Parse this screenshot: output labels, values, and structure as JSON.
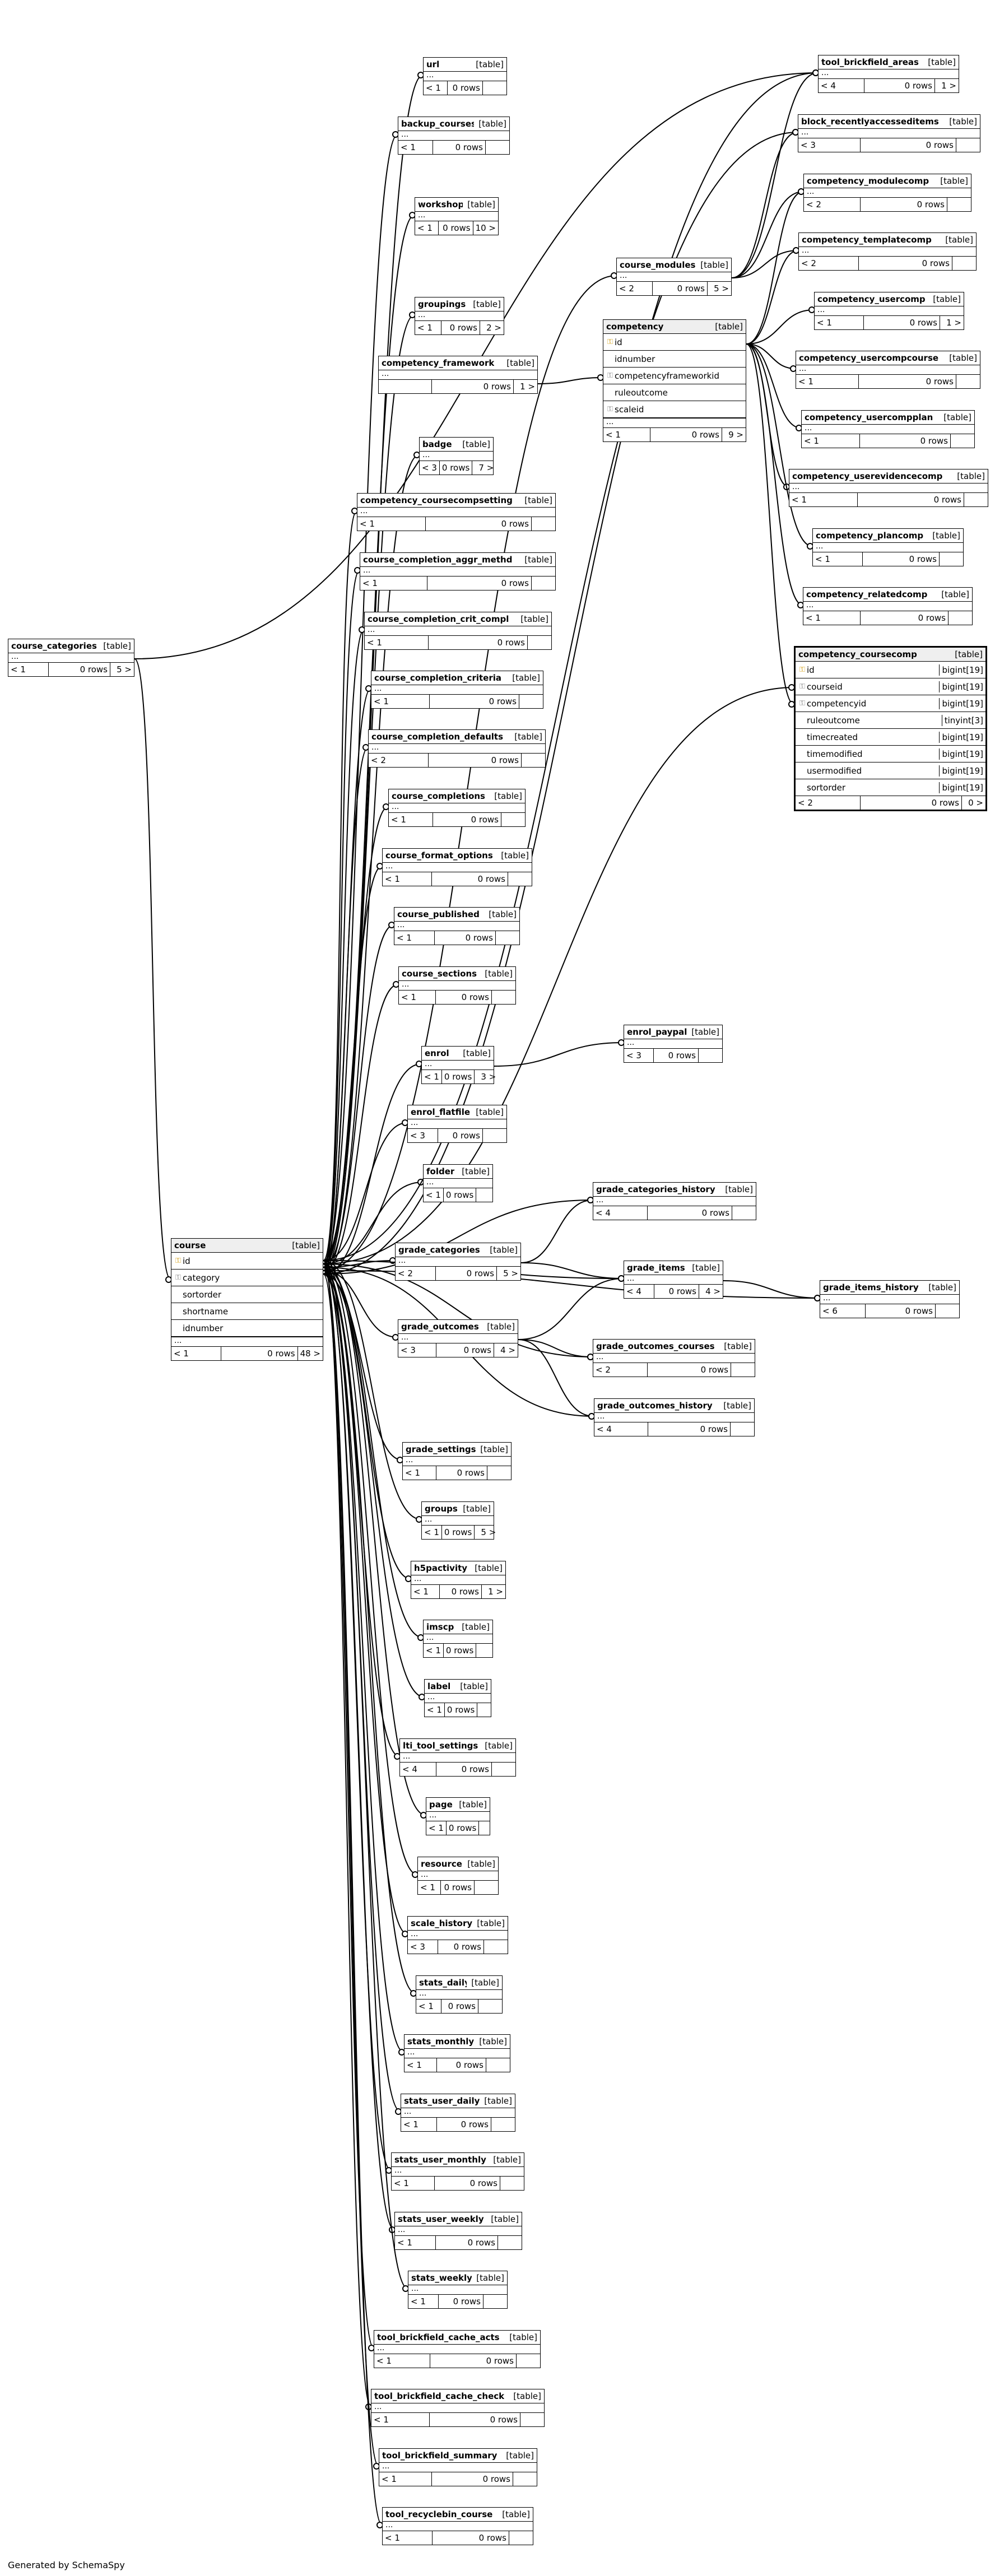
{
  "tables": [
    {
      "name": "url",
      "kind": "[table]",
      "dots": "...",
      "parents": "< 1",
      "rows": "0 rows",
      "children": ""
    },
    {
      "name": "backup_courses",
      "kind": "[table]",
      "dots": "...",
      "parents": "< 1",
      "rows": "0 rows",
      "children": ""
    },
    {
      "name": "workshop",
      "kind": "[table]",
      "dots": "...",
      "parents": "< 1",
      "rows": "0 rows",
      "children": "10 >"
    },
    {
      "name": "groupings",
      "kind": "[table]",
      "dots": "...",
      "parents": "< 1",
      "rows": "0 rows",
      "children": "2 >"
    },
    {
      "name": "competency_framework",
      "kind": "[table]",
      "dots": "...",
      "parents": "",
      "rows": "0 rows",
      "children": "1 >"
    },
    {
      "name": "badge",
      "kind": "[table]",
      "dots": "...",
      "parents": "< 3",
      "rows": "0 rows",
      "children": "7 >"
    },
    {
      "name": "competency_coursecompsetting",
      "kind": "[table]",
      "dots": "...",
      "parents": "< 1",
      "rows": "0 rows",
      "children": ""
    },
    {
      "name": "course_completion_aggr_methd",
      "kind": "[table]",
      "dots": "...",
      "parents": "< 1",
      "rows": "0 rows",
      "children": ""
    },
    {
      "name": "course_completion_crit_compl",
      "kind": "[table]",
      "dots": "...",
      "parents": "< 1",
      "rows": "0 rows",
      "children": ""
    },
    {
      "name": "course_completion_criteria",
      "kind": "[table]",
      "dots": "...",
      "parents": "< 1",
      "rows": "0 rows",
      "children": ""
    },
    {
      "name": "course_completion_defaults",
      "kind": "[table]",
      "dots": "...",
      "parents": "< 2",
      "rows": "0 rows",
      "children": ""
    },
    {
      "name": "course_completions",
      "kind": "[table]",
      "dots": "...",
      "parents": "< 1",
      "rows": "0 rows",
      "children": ""
    },
    {
      "name": "course_format_options",
      "kind": "[table]",
      "dots": "...",
      "parents": "< 1",
      "rows": "0 rows",
      "children": ""
    },
    {
      "name": "course_published",
      "kind": "[table]",
      "dots": "...",
      "parents": "< 1",
      "rows": "0 rows",
      "children": ""
    },
    {
      "name": "course_sections",
      "kind": "[table]",
      "dots": "...",
      "parents": "< 1",
      "rows": "0 rows",
      "children": ""
    },
    {
      "name": "enrol",
      "kind": "[table]",
      "dots": "...",
      "parents": "< 1",
      "rows": "0 rows",
      "children": "3 >"
    },
    {
      "name": "enrol_flatfile",
      "kind": "[table]",
      "dots": "...",
      "parents": "< 3",
      "rows": "0 rows",
      "children": ""
    },
    {
      "name": "folder",
      "kind": "[table]",
      "dots": "...",
      "parents": "< 1",
      "rows": "0 rows",
      "children": ""
    },
    {
      "name": "grade_categories",
      "kind": "[table]",
      "dots": "...",
      "parents": "< 2",
      "rows": "0 rows",
      "children": "5 >"
    },
    {
      "name": "grade_outcomes",
      "kind": "[table]",
      "dots": "...",
      "parents": "< 3",
      "rows": "0 rows",
      "children": "4 >"
    },
    {
      "name": "grade_settings",
      "kind": "[table]",
      "dots": "...",
      "parents": "< 1",
      "rows": "0 rows",
      "children": ""
    },
    {
      "name": "groups",
      "kind": "[table]",
      "dots": "...",
      "parents": "< 1",
      "rows": "0 rows",
      "children": "5 >"
    },
    {
      "name": "h5pactivity",
      "kind": "[table]",
      "dots": "...",
      "parents": "< 1",
      "rows": "0 rows",
      "children": "1 >"
    },
    {
      "name": "imscp",
      "kind": "[table]",
      "dots": "...",
      "parents": "< 1",
      "rows": "0 rows",
      "children": ""
    },
    {
      "name": "label",
      "kind": "[table]",
      "dots": "...",
      "parents": "< 1",
      "rows": "0 rows",
      "children": ""
    },
    {
      "name": "lti_tool_settings",
      "kind": "[table]",
      "dots": "...",
      "parents": "< 4",
      "rows": "0 rows",
      "children": ""
    },
    {
      "name": "page",
      "kind": "[table]",
      "dots": "...",
      "parents": "< 1",
      "rows": "0 rows",
      "children": ""
    },
    {
      "name": "resource",
      "kind": "[table]",
      "dots": "...",
      "parents": "< 1",
      "rows": "0 rows",
      "children": ""
    },
    {
      "name": "scale_history",
      "kind": "[table]",
      "dots": "...",
      "parents": "< 3",
      "rows": "0 rows",
      "children": ""
    },
    {
      "name": "stats_daily",
      "kind": "[table]",
      "dots": "...",
      "parents": "< 1",
      "rows": "0 rows",
      "children": ""
    },
    {
      "name": "stats_monthly",
      "kind": "[table]",
      "dots": "...",
      "parents": "< 1",
      "rows": "0 rows",
      "children": ""
    },
    {
      "name": "stats_user_daily",
      "kind": "[table]",
      "dots": "...",
      "parents": "< 1",
      "rows": "0 rows",
      "children": ""
    },
    {
      "name": "stats_user_monthly",
      "kind": "[table]",
      "dots": "...",
      "parents": "< 1",
      "rows": "0 rows",
      "children": ""
    },
    {
      "name": "stats_user_weekly",
      "kind": "[table]",
      "dots": "...",
      "parents": "< 1",
      "rows": "0 rows",
      "children": ""
    },
    {
      "name": "stats_weekly",
      "kind": "[table]",
      "dots": "...",
      "parents": "< 1",
      "rows": "0 rows",
      "children": ""
    },
    {
      "name": "tool_brickfield_cache_acts",
      "kind": "[table]",
      "dots": "...",
      "parents": "< 1",
      "rows": "0 rows",
      "children": ""
    },
    {
      "name": "tool_brickfield_cache_check",
      "kind": "[table]",
      "dots": "...",
      "parents": "< 1",
      "rows": "0 rows",
      "children": ""
    },
    {
      "name": "tool_brickfield_summary",
      "kind": "[table]",
      "dots": "...",
      "parents": "< 1",
      "rows": "0 rows",
      "children": ""
    },
    {
      "name": "tool_recyclebin_course",
      "kind": "[table]",
      "dots": "...",
      "parents": "< 1",
      "rows": "0 rows",
      "children": ""
    },
    {
      "name": "course_categories",
      "kind": "[table]",
      "dots": "...",
      "parents": "< 1",
      "rows": "0 rows",
      "children": "5 >"
    },
    {
      "name": "course_modules",
      "kind": "[table]",
      "dots": "...",
      "parents": "< 2",
      "rows": "0 rows",
      "children": "5 >"
    },
    {
      "name": "enrol_paypal",
      "kind": "[table]",
      "dots": "...",
      "parents": "< 3",
      "rows": "0 rows",
      "children": ""
    },
    {
      "name": "grade_categories_history",
      "kind": "[table]",
      "dots": "...",
      "parents": "< 4",
      "rows": "0 rows",
      "children": ""
    },
    {
      "name": "grade_items",
      "kind": "[table]",
      "dots": "...",
      "parents": "< 4",
      "rows": "0 rows",
      "children": "4 >"
    },
    {
      "name": "grade_outcomes_courses",
      "kind": "[table]",
      "dots": "...",
      "parents": "< 2",
      "rows": "0 rows",
      "children": ""
    },
    {
      "name": "grade_outcomes_history",
      "kind": "[table]",
      "dots": "...",
      "parents": "< 4",
      "rows": "0 rows",
      "children": ""
    },
    {
      "name": "grade_items_history",
      "kind": "[table]",
      "dots": "...",
      "parents": "< 6",
      "rows": "0 rows",
      "children": ""
    },
    {
      "name": "tool_brickfield_areas",
      "kind": "[table]",
      "dots": "...",
      "parents": "< 4",
      "rows": "0 rows",
      "children": "1 >"
    },
    {
      "name": "block_recentlyaccesseditems",
      "kind": "[table]",
      "dots": "...",
      "parents": "< 3",
      "rows": "0 rows",
      "children": ""
    },
    {
      "name": "competency_modulecomp",
      "kind": "[table]",
      "dots": "...",
      "parents": "< 2",
      "rows": "0 rows",
      "children": ""
    },
    {
      "name": "competency_templatecomp",
      "kind": "[table]",
      "dots": "...",
      "parents": "< 2",
      "rows": "0 rows",
      "children": ""
    },
    {
      "name": "competency_usercomp",
      "kind": "[table]",
      "dots": "...",
      "parents": "< 1",
      "rows": "0 rows",
      "children": "1 >"
    },
    {
      "name": "competency_usercompcourse",
      "kind": "[table]",
      "dots": "...",
      "parents": "< 1",
      "rows": "0 rows",
      "children": ""
    },
    {
      "name": "competency_usercompplan",
      "kind": "[table]",
      "dots": "...",
      "parents": "< 1",
      "rows": "0 rows",
      "children": ""
    },
    {
      "name": "competency_userevidencecomp",
      "kind": "[table]",
      "dots": "...",
      "parents": "< 1",
      "rows": "0 rows",
      "children": ""
    },
    {
      "name": "competency_plancomp",
      "kind": "[table]",
      "dots": "...",
      "parents": "< 1",
      "rows": "0 rows",
      "children": ""
    },
    {
      "name": "competency_relatedcomp",
      "kind": "[table]",
      "dots": "...",
      "parents": "< 1",
      "rows": "0 rows",
      "children": ""
    }
  ],
  "detail_tables": [
    {
      "name": "course",
      "kind": "[table]",
      "columns": [
        {
          "key": "pk",
          "name": "id",
          "type": ""
        },
        {
          "key": "fk",
          "name": "category",
          "type": ""
        },
        {
          "key": "",
          "name": "sortorder",
          "type": ""
        },
        {
          "key": "",
          "name": "shortname",
          "type": ""
        },
        {
          "key": "",
          "name": "idnumber",
          "type": ""
        }
      ],
      "dots": "...",
      "parents": "< 1",
      "rows": "0 rows",
      "children": "48 >"
    },
    {
      "name": "competency",
      "kind": "[table]",
      "columns": [
        {
          "key": "pk",
          "name": "id",
          "type": ""
        },
        {
          "key": "",
          "name": "idnumber",
          "type": ""
        },
        {
          "key": "fk",
          "name": "competencyframeworkid",
          "type": ""
        },
        {
          "key": "",
          "name": "ruleoutcome",
          "type": ""
        },
        {
          "key": "fk",
          "name": "scaleid",
          "type": ""
        }
      ],
      "dots": "...",
      "parents": "< 1",
      "rows": "0 rows",
      "children": "9 >"
    },
    {
      "name": "competency_coursecomp",
      "kind": "[table]",
      "columns": [
        {
          "key": "pk",
          "name": "id",
          "type": "bigint[19]"
        },
        {
          "key": "fk",
          "name": "courseid",
          "type": "bigint[19]"
        },
        {
          "key": "fk",
          "name": "competencyid",
          "type": "bigint[19]"
        },
        {
          "key": "",
          "name": "ruleoutcome",
          "type": "tinyint[3]"
        },
        {
          "key": "",
          "name": "timecreated",
          "type": "bigint[19]"
        },
        {
          "key": "",
          "name": "timemodified",
          "type": "bigint[19]"
        },
        {
          "key": "",
          "name": "usermodified",
          "type": "bigint[19]"
        },
        {
          "key": "",
          "name": "sortorder",
          "type": "bigint[19]"
        }
      ],
      "dots": "",
      "parents": "< 2",
      "rows": "0 rows",
      "children": "0 >"
    }
  ],
  "key_icons": {
    "pk": "key-icon",
    "fk": "foreign-key-icon"
  },
  "key_glyphs": {
    "pk": "⚿",
    "fk": "⚿"
  },
  "credit": "Generated by SchemaSpy"
}
